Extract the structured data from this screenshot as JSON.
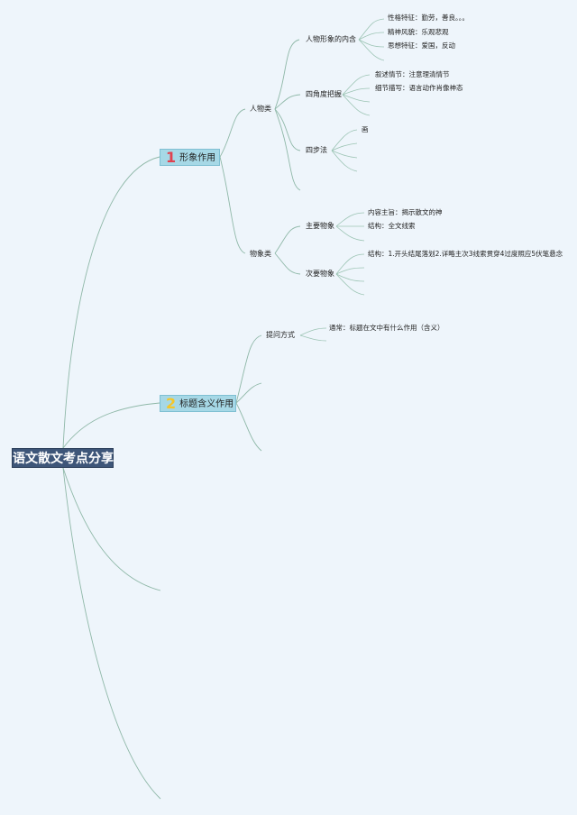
{
  "root": "语文散文考点分享",
  "branches": [
    {
      "num": "1",
      "label": "形象作用",
      "categories": [
        {
          "label": "人物类",
          "groups": [
            {
              "label": "人物形象的内含",
              "items": [
                "性格特征：勤劳，善良。。。",
                "精神风貌：乐观悲观",
                "思想特征：爱国，反动"
              ]
            },
            {
              "label": "四角度把握",
              "items": [
                "叙述情节：注意理清情节",
                "细节描写：语言动作肖像神态"
              ]
            },
            {
              "label": "四步法",
              "items": [
                "画"
              ]
            }
          ]
        },
        {
          "label": "物象类",
          "groups": [
            {
              "label": "主要物象",
              "items": [
                "内容主旨：揭示散文的神",
                "结构：全文线索"
              ]
            },
            {
              "label": "次要物象",
              "items": [
                "结构：1.开头结尾落划2.详略主次3线索贯穿4过度照应5伏笔悬念"
              ]
            }
          ]
        }
      ]
    },
    {
      "num": "2",
      "label": "标题含义作用",
      "categories": [
        {
          "label": "提问方式",
          "items": [
            "通常：标题在文中有什么作用（含义）"
          ]
        }
      ]
    }
  ]
}
